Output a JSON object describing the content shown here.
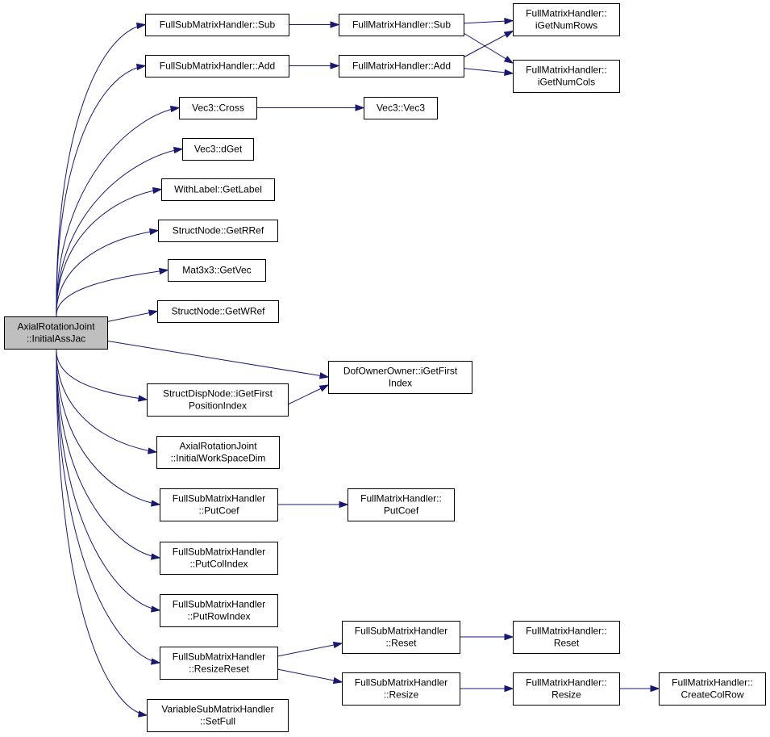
{
  "colors": {
    "edge": "#191970",
    "root_fill": "#bfbfbf",
    "node_fill": "#ffffff",
    "border": "#000000"
  },
  "nodes": [
    {
      "id": "root",
      "lines": [
        "AxialRotationJoint",
        "::InitialAssJac"
      ],
      "highlight": true
    },
    {
      "id": "fsmh_sub",
      "lines": [
        "FullSubMatrixHandler::Sub"
      ]
    },
    {
      "id": "fmh_sub",
      "lines": [
        "FullMatrixHandler::Sub"
      ]
    },
    {
      "id": "fmh_rows",
      "lines": [
        "FullMatrixHandler::",
        "iGetNumRows"
      ]
    },
    {
      "id": "fsmh_add",
      "lines": [
        "FullSubMatrixHandler::Add"
      ]
    },
    {
      "id": "fmh_add",
      "lines": [
        "FullMatrixHandler::Add"
      ]
    },
    {
      "id": "fmh_cols",
      "lines": [
        "FullMatrixHandler::",
        "iGetNumCols"
      ]
    },
    {
      "id": "vec3_cross",
      "lines": [
        "Vec3::Cross"
      ]
    },
    {
      "id": "vec3_vec3",
      "lines": [
        "Vec3::Vec3"
      ]
    },
    {
      "id": "vec3_dget",
      "lines": [
        "Vec3::dGet"
      ]
    },
    {
      "id": "withlabel",
      "lines": [
        "WithLabel::GetLabel"
      ]
    },
    {
      "id": "sn_rref",
      "lines": [
        "StructNode::GetRRef"
      ]
    },
    {
      "id": "mat3x3",
      "lines": [
        "Mat3x3::GetVec"
      ]
    },
    {
      "id": "sn_wref",
      "lines": [
        "StructNode::GetWRef"
      ]
    },
    {
      "id": "dof",
      "lines": [
        "DofOwnerOwner::iGetFirst",
        "Index"
      ]
    },
    {
      "id": "sdn",
      "lines": [
        "StructDispNode::iGetFirst",
        "PositionIndex"
      ]
    },
    {
      "id": "arj_iwsd",
      "lines": [
        "AxialRotationJoint",
        "::InitialWorkSpaceDim"
      ]
    },
    {
      "id": "fsmh_putcoef",
      "lines": [
        "FullSubMatrixHandler",
        "::PutCoef"
      ]
    },
    {
      "id": "fmh_putcoef",
      "lines": [
        "FullMatrixHandler::",
        "PutCoef"
      ]
    },
    {
      "id": "fsmh_putcol",
      "lines": [
        "FullSubMatrixHandler",
        "::PutColIndex"
      ]
    },
    {
      "id": "fsmh_putrow",
      "lines": [
        "FullSubMatrixHandler",
        "::PutRowIndex"
      ]
    },
    {
      "id": "fsmh_resizereset",
      "lines": [
        "FullSubMatrixHandler",
        "::ResizeReset"
      ]
    },
    {
      "id": "fsmh_reset",
      "lines": [
        "FullSubMatrixHandler",
        "::Reset"
      ]
    },
    {
      "id": "fmh_reset",
      "lines": [
        "FullMatrixHandler::",
        "Reset"
      ]
    },
    {
      "id": "fsmh_resize",
      "lines": [
        "FullSubMatrixHandler",
        "::Resize"
      ]
    },
    {
      "id": "fmh_resize",
      "lines": [
        "FullMatrixHandler::",
        "Resize"
      ]
    },
    {
      "id": "fmh_create",
      "lines": [
        "FullMatrixHandler::",
        "CreateColRow"
      ]
    },
    {
      "id": "vsmh_setfull",
      "lines": [
        "VariableSubMatrixHandler",
        "::SetFull"
      ]
    }
  ],
  "edges": [
    [
      "root",
      "fsmh_sub"
    ],
    [
      "root",
      "fsmh_add"
    ],
    [
      "root",
      "vec3_cross"
    ],
    [
      "root",
      "vec3_dget"
    ],
    [
      "root",
      "withlabel"
    ],
    [
      "root",
      "sn_rref"
    ],
    [
      "root",
      "mat3x3"
    ],
    [
      "root",
      "sn_wref"
    ],
    [
      "root",
      "dof"
    ],
    [
      "root",
      "sdn"
    ],
    [
      "root",
      "arj_iwsd"
    ],
    [
      "root",
      "fsmh_putcoef"
    ],
    [
      "root",
      "fsmh_putcol"
    ],
    [
      "root",
      "fsmh_putrow"
    ],
    [
      "root",
      "fsmh_resizereset"
    ],
    [
      "root",
      "vsmh_setfull"
    ],
    [
      "fsmh_sub",
      "fmh_sub"
    ],
    [
      "fmh_sub",
      "fmh_rows"
    ],
    [
      "fmh_sub",
      "fmh_cols"
    ],
    [
      "fsmh_add",
      "fmh_add"
    ],
    [
      "fmh_add",
      "fmh_rows"
    ],
    [
      "fmh_add",
      "fmh_cols"
    ],
    [
      "vec3_cross",
      "vec3_vec3"
    ],
    [
      "sdn",
      "dof"
    ],
    [
      "fsmh_putcoef",
      "fmh_putcoef"
    ],
    [
      "fsmh_resizereset",
      "fsmh_reset"
    ],
    [
      "fsmh_resizereset",
      "fsmh_resize"
    ],
    [
      "fsmh_reset",
      "fmh_reset"
    ],
    [
      "fsmh_resize",
      "fmh_resize"
    ],
    [
      "fmh_resize",
      "fmh_create"
    ]
  ]
}
